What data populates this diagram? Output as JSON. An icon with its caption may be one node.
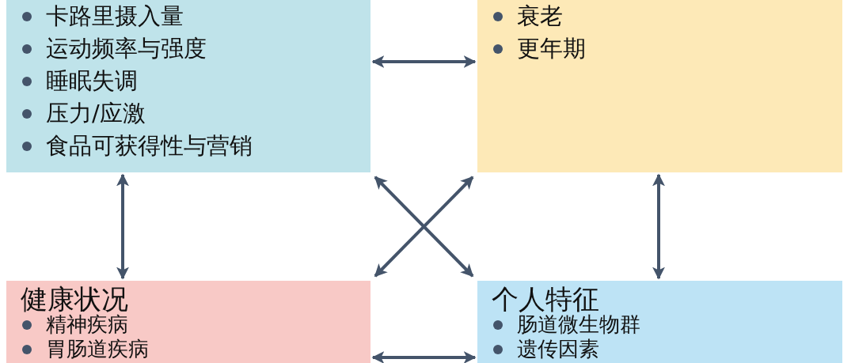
{
  "diagram": {
    "nodes": [
      {
        "text": [
          "卡路里摄入量",
          "运动频率与强度",
          "睡眠失调",
          "压力/应激",
          "食品可获得性与营销"
        ]
      },
      {
        "text": [
          "衰老",
          "更年期"
        ]
      },
      {
        "text": [
          "健康状况",
          "精神疾病",
          "胃肠道疾病"
        ]
      },
      {
        "text": [
          "个人特征",
          "肠道微生物群",
          "遗传因素"
        ]
      }
    ],
    "edges": [
      {
        "from": 0,
        "to": 1,
        "arrow": "both"
      },
      {
        "from": 0,
        "to": 2,
        "arrow": "both"
      },
      {
        "from": 1,
        "to": 3,
        "arrow": "both"
      },
      {
        "from": 0,
        "to": 3,
        "arrow": "both"
      },
      {
        "from": 1,
        "to": 2,
        "arrow": "both"
      },
      {
        "from": 2,
        "to": 3,
        "arrow": "both"
      }
    ]
  }
}
